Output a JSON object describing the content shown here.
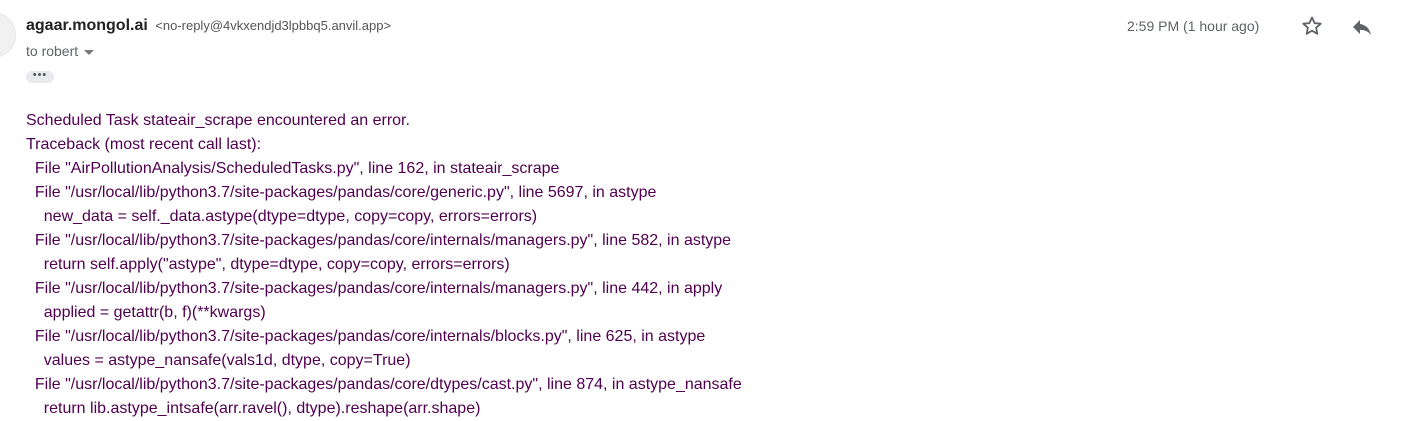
{
  "header": {
    "sender_name": "agaar.mongol.ai",
    "sender_email": "<no-reply@4vkxendjd3lpbbq5.anvil.app>",
    "recipient": "to robert",
    "show_trimmed": "•••",
    "time": "2:59 PM (1 hour ago)",
    "icons": {
      "star": "star-icon",
      "reply": "reply-icon",
      "caret": "chevron-down-icon"
    }
  },
  "body": {
    "lines": [
      "Scheduled Task stateair_scrape encountered an error.",
      "Traceback (most recent call last):",
      "  File \"AirPollutionAnalysis/ScheduledTasks.py\", line 162, in stateair_scrape",
      "  File \"/usr/local/lib/python3.7/site-packages/pandas/core/generic.py\", line 5697, in astype",
      "    new_data = self._data.astype(dtype=dtype, copy=copy, errors=errors)",
      "  File \"/usr/local/lib/python3.7/site-packages/pandas/core/internals/managers.py\", line 582, in astype",
      "    return self.apply(\"astype\", dtype=dtype, copy=copy, errors=errors)",
      "  File \"/usr/local/lib/python3.7/site-packages/pandas/core/internals/managers.py\", line 442, in apply",
      "    applied = getattr(b, f)(**kwargs)",
      "  File \"/usr/local/lib/python3.7/site-packages/pandas/core/internals/blocks.py\", line 625, in astype",
      "    values = astype_nansafe(vals1d, dtype, copy=True)",
      "  File \"/usr/local/lib/python3.7/site-packages/pandas/core/dtypes/cast.py\", line 874, in astype_nansafe",
      "    return lib.astype_intsafe(arr.ravel(), dtype).reshape(arr.shape)"
    ]
  }
}
